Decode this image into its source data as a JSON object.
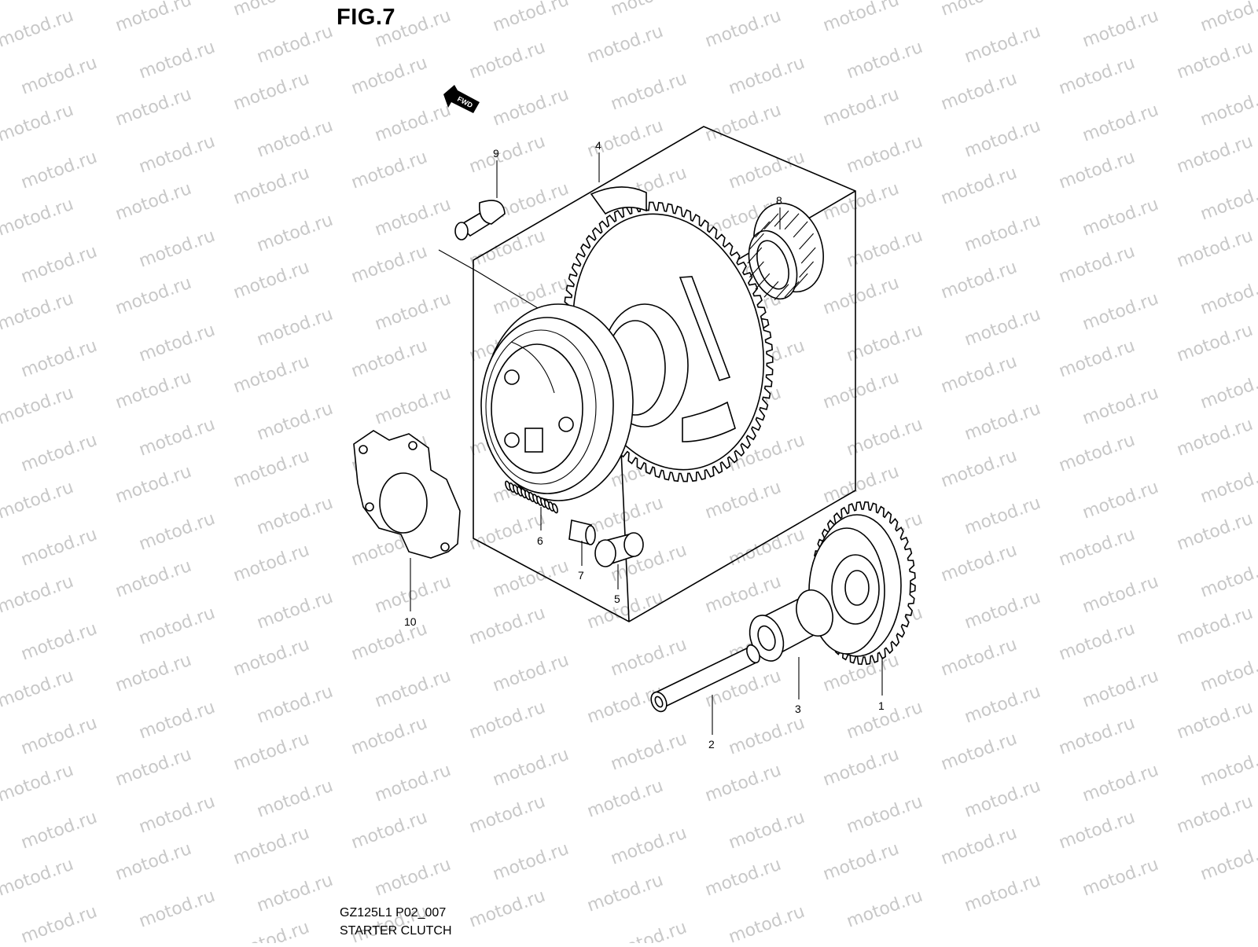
{
  "figure": {
    "title": "FIG.7",
    "model_code": "GZ125L1 P02_007",
    "name": "STARTER CLUTCH"
  },
  "direction_arrow": {
    "label": "FWD"
  },
  "watermark": {
    "text": "motod.ru"
  },
  "callouts": [
    {
      "number": "1"
    },
    {
      "number": "2"
    },
    {
      "number": "3"
    },
    {
      "number": "4"
    },
    {
      "number": "5"
    },
    {
      "number": "6"
    },
    {
      "number": "7"
    },
    {
      "number": "8"
    },
    {
      "number": "9"
    },
    {
      "number": "10"
    }
  ]
}
